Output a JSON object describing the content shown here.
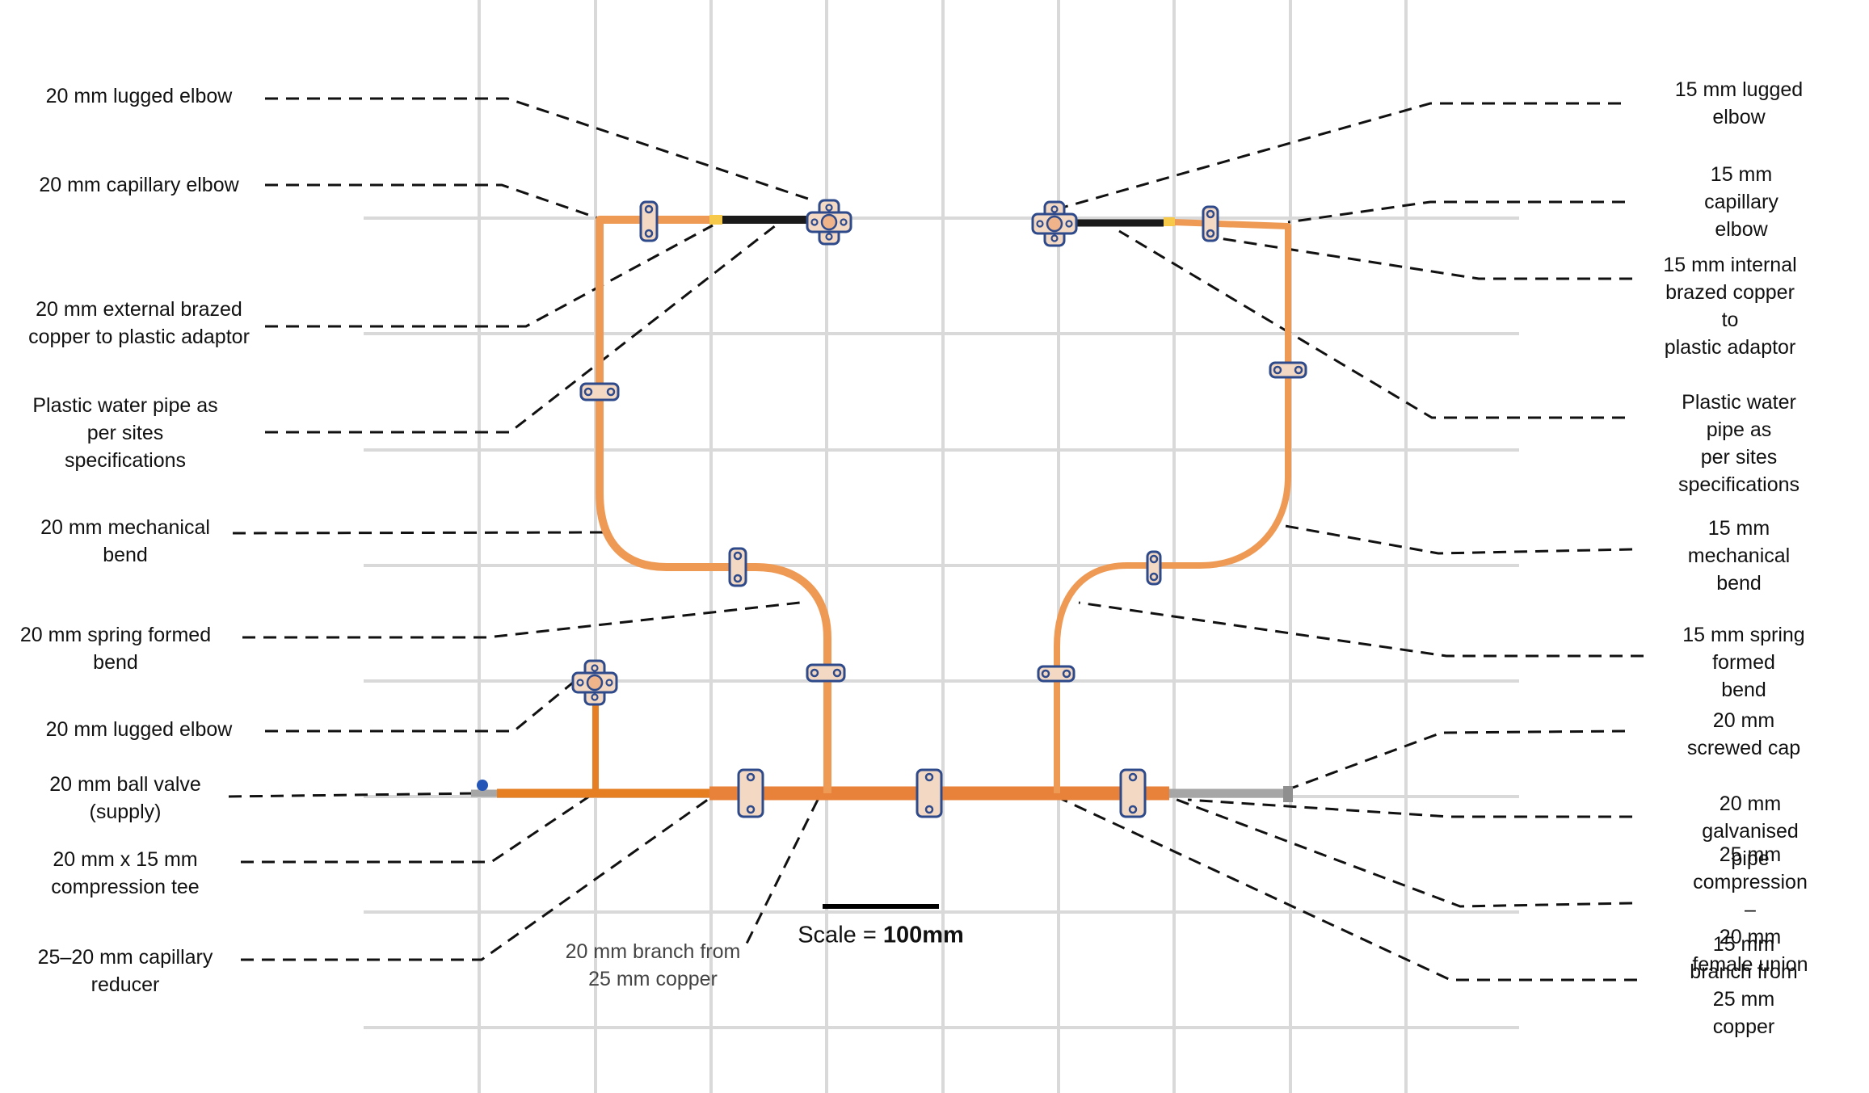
{
  "labels_left": [
    "20 mm lugged elbow",
    "20 mm capillary elbow",
    "20 mm external brazed\ncopper to plastic adaptor",
    "Plastic water pipe as\nper sites\nspecifications",
    "20 mm mechanical\nbend",
    "20 mm spring formed\nbend",
    "20 mm lugged elbow",
    "20 mm ball valve\n(supply)",
    "20 mm x 15 mm\ncompression tee",
    "25–20 mm capillary\nreducer"
  ],
  "labels_right": [
    "15 mm lugged elbow",
    "15 mm capillary elbow",
    "15 mm internal\nbrazed copper to\nplastic adaptor",
    "Plastic water pipe as\nper sites\nspecifications",
    "15 mm mechanical\nbend",
    "15 mm spring formed\nbend",
    "20 mm screwed cap",
    "20 mm galvanised\npipe",
    "25 mm compression –\n20 mm female union",
    "15 mm branch from\n25 mm copper"
  ],
  "label_center": "20 mm branch from\n25 mm copper",
  "scale": {
    "prefix": "Scale = ",
    "value": "100mm"
  },
  "colors": {
    "grid": "#d9d9d9",
    "copper_25": "#e8823a",
    "copper_20": "#e67e22",
    "copper_15": "#ee9a55",
    "plastic_pipe": "#1a1a1a",
    "galvanised": "#a6a6a6",
    "clip_fill": "#f3d9c4",
    "clip_stroke": "#2e4a8a",
    "adaptor": "#f7c94b",
    "valve": "#2456b8",
    "leader": "#111111"
  }
}
